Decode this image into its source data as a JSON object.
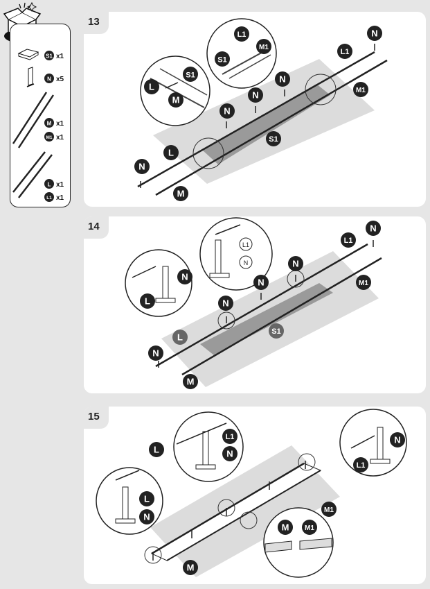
{
  "parts_list": {
    "items": [
      {
        "code": "S1",
        "count": "x1"
      },
      {
        "code": "N",
        "count": "x5"
      },
      {
        "code": "M",
        "count": "x1"
      },
      {
        "code": "M1",
        "count": "x1"
      },
      {
        "code": "L",
        "count": "x1"
      },
      {
        "code": "L1",
        "count": "x1"
      }
    ]
  },
  "steps": [
    {
      "number": "13"
    },
    {
      "number": "14"
    },
    {
      "number": "15"
    }
  ],
  "labels": {
    "S1": "S1",
    "N": "N",
    "L": "L",
    "L1": "L1",
    "M": "M",
    "M1": "M1"
  },
  "colors": {
    "background": "#e6e6e6",
    "panel": "#ffffff",
    "badge": "#222222",
    "panel_surface": "#dcdcdc",
    "panel_dark": "#9a9a9a"
  }
}
